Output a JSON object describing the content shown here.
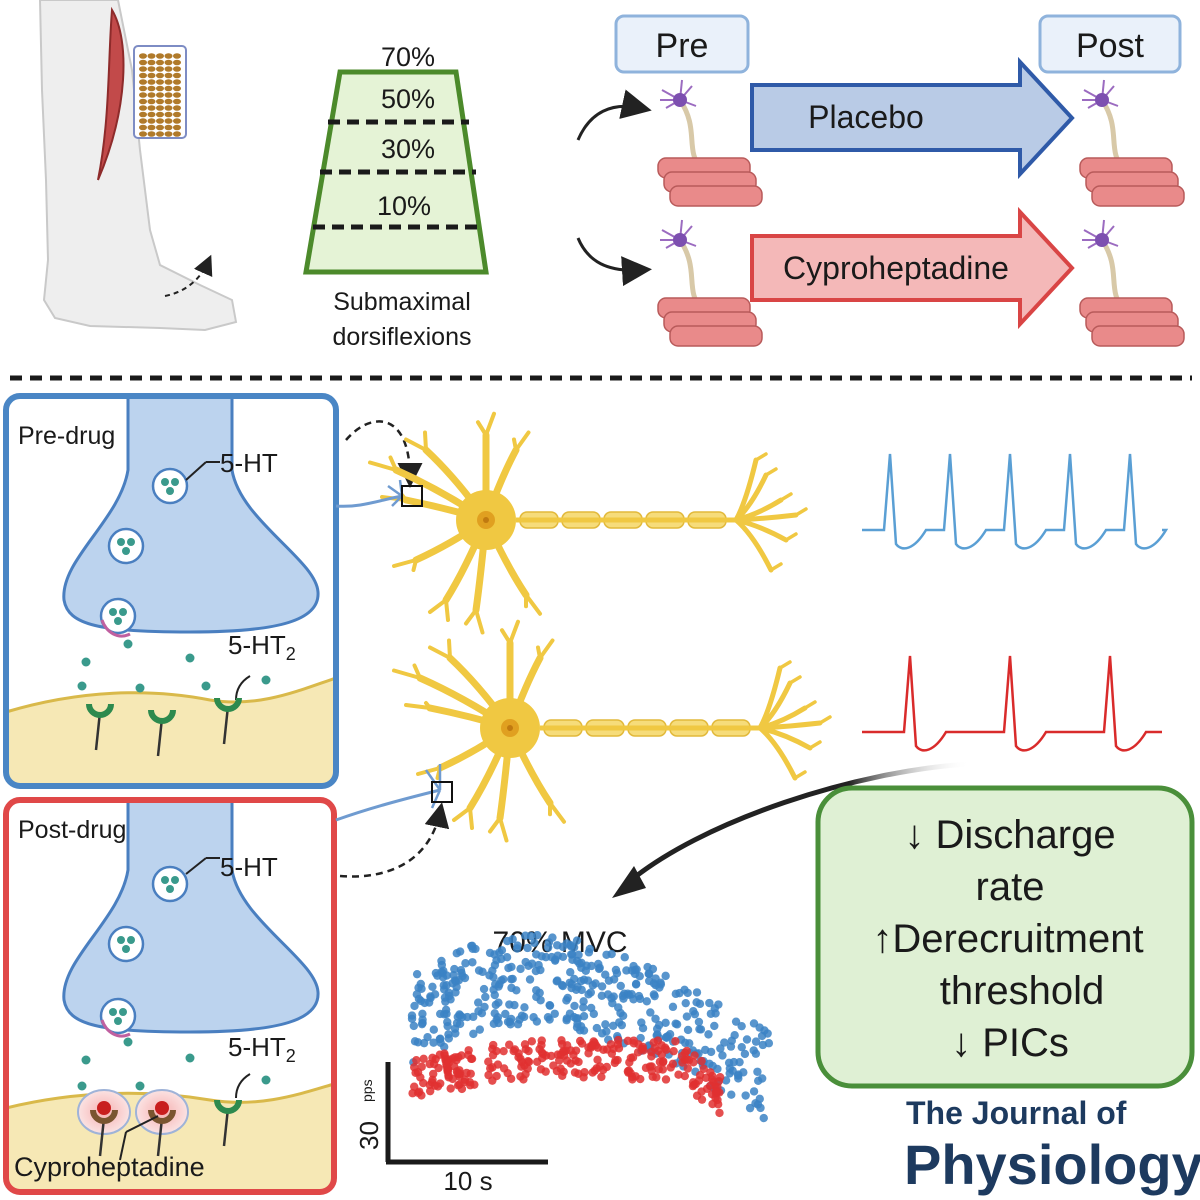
{
  "top": {
    "pyramid": {
      "levels": [
        "70%",
        "50%",
        "30%",
        "10%"
      ],
      "caption_line1": "Submaximal",
      "caption_line2": "dorsiflexions"
    },
    "design": {
      "pre_label": "Pre",
      "post_label": "Post",
      "arms": [
        {
          "label": "Placebo",
          "fill": "#b9cbe6",
          "stroke": "#2f5aa8"
        },
        {
          "label": "Cyproheptadine",
          "fill": "#f4b8b8",
          "stroke": "#d94545"
        }
      ]
    }
  },
  "synapse": {
    "pre_drug_title": "Pre-drug",
    "post_drug_title": "Post-drug",
    "serotonin_label": "5-HT",
    "receptor_label_main": "5-HT",
    "receptor_label_sub": "2",
    "drug_label": "Cyproheptadine",
    "colors": {
      "pre_border": "#4a86c5",
      "post_border": "#e04848",
      "terminal": "#bcd3ee",
      "membrane": "#f6e8b5",
      "membrane_line": "#d9b94a",
      "vesicle": "#3a9a8c",
      "receptor": "#2d8a4e"
    }
  },
  "traces": {
    "pre_color": "#5a9fd4",
    "post_color": "#d92b2b",
    "pre_spike_count": 5,
    "post_spike_count": 3
  },
  "chart_data": {
    "type": "scatter",
    "title": "70% MVC",
    "xlabel": "10 s",
    "ylabel": "30",
    "ylabel_unit": "pps",
    "series": [
      {
        "color": "#3b82c4",
        "description_points": "higher discharge rate"
      },
      {
        "color": "#e03030",
        "description_points": "lower discharge rate"
      }
    ]
  },
  "results": {
    "line1": "↓ Discharge",
    "line2": "rate",
    "line3": "↑Derecruitment",
    "line4": "threshold",
    "line5": "↓ PICs",
    "fill": "#dff0d4",
    "stroke": "#4a8f3a"
  },
  "journal": {
    "line1": "The Journal of",
    "line2": "Physiology"
  }
}
